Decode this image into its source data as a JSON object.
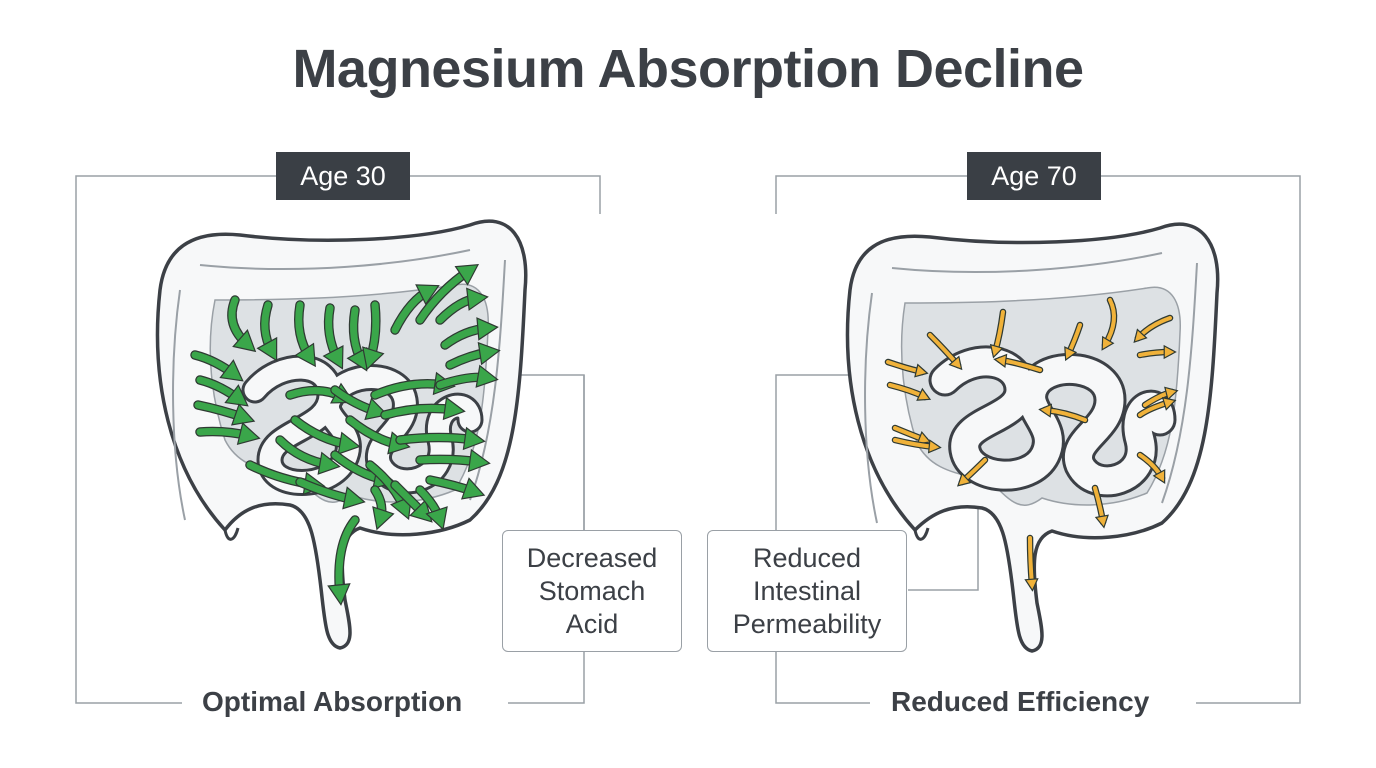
{
  "title": "Magnesium Absorption Decline",
  "panels": [
    {
      "age_label": "Age 30",
      "caption": "Optimal Absorption",
      "callout": [
        "Decreased",
        "Stomach",
        "Acid"
      ],
      "arrow_color": "#3aa64a",
      "arrow_density": "high"
    },
    {
      "age_label": "Age 70",
      "caption": "Reduced Efficiency",
      "callout": [
        "Reduced",
        "Intestinal",
        "Permeability"
      ],
      "arrow_color": "#f0b23a",
      "arrow_density": "low"
    }
  ],
  "colors": {
    "outline": "#3c4046",
    "intestine_fill": "#f7f8f9",
    "cavity": "#dde1e4",
    "frame_line": "#9aa0a6",
    "tag_bg": "#3a3f45"
  }
}
